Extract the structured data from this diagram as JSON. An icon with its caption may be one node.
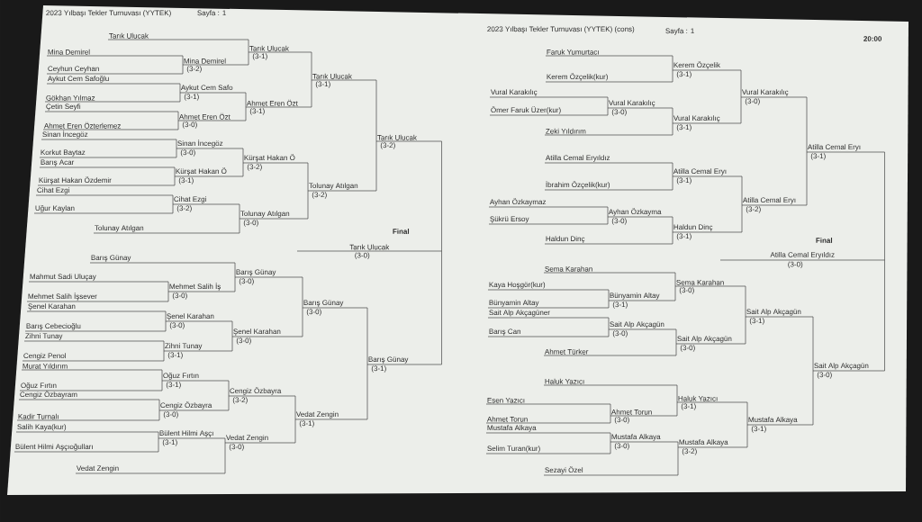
{
  "diagram": {
    "nodes": [
      {
        "text": [
          "Tarık Ulucak"
        ]
      },
      {
        "text": [
          "Mina Demirel"
        ]
      },
      {
        "text": [
          "Ceyhun Ceyhan"
        ]
      },
      {
        "text": [
          "Mina Demirel",
          "(3-2)"
        ]
      },
      {
        "text": [
          "Tarık Ulucak",
          "(3-1)"
        ]
      },
      {
        "text": [
          "Aykut Cem Safoğlu"
        ]
      },
      {
        "text": [
          "Gökhan Yılmaz"
        ]
      },
      {
        "text": [
          "Aykut Cem Safo",
          "(3-1)"
        ]
      },
      {
        "text": [
          "Çetin Seyfi"
        ]
      },
      {
        "text": [
          "Ahmet Eren Özterlemez"
        ]
      },
      {
        "text": [
          "Ahmet Eren Özt",
          "(3-0)"
        ]
      },
      {
        "text": [
          "Ahmet Eren Özt",
          "(3-1)"
        ]
      },
      {
        "text": [
          "Tarık Ulucak",
          "(3-1)"
        ]
      },
      {
        "text": [
          "Sinan İncegöz"
        ]
      },
      {
        "text": [
          "Korkut Baytaz"
        ]
      },
      {
        "text": [
          "Sinan İncegöz",
          "(3-0)"
        ]
      },
      {
        "text": [
          "Barış Acar"
        ]
      },
      {
        "text": [
          "Kürşat Hakan Özdemir"
        ]
      },
      {
        "text": [
          "Kürşat Hakan Ö",
          "(3-1)"
        ]
      },
      {
        "text": [
          "Kürşat Hakan Ö",
          "(3-2)"
        ]
      },
      {
        "text": [
          "Cihat Ezgi"
        ]
      },
      {
        "text": [
          "Uğur Kaylan"
        ]
      },
      {
        "text": [
          "Cihat Ezgi",
          "(3-2)"
        ]
      },
      {
        "text": [
          "Tolunay Atılgan"
        ]
      },
      {
        "text": [
          "Tolunay Atılgan",
          "(3-0)"
        ]
      },
      {
        "text": [
          "Tolunay Atılgan",
          "(3-2)"
        ]
      },
      {
        "text": [
          "Tarık Ulucak",
          "(3-2)"
        ]
      },
      {
        "text": [
          "Tarık Ulucak",
          "(3-0)"
        ]
      },
      {
        "text": [
          "Barış Günay"
        ]
      },
      {
        "text": [
          "Mahmut Sadi Uluçay"
        ]
      },
      {
        "text": [
          "Mehmet Salih İşsever"
        ]
      },
      {
        "text": [
          "Mehmet Salih İş",
          "(3-0)"
        ]
      },
      {
        "text": [
          "Barış Günay",
          "(3-0)"
        ]
      },
      {
        "text": [
          "Şenel Karahan"
        ]
      },
      {
        "text": [
          "Barış Cebecioğlu"
        ]
      },
      {
        "text": [
          "Şenel Karahan",
          "(3-0)"
        ]
      },
      {
        "text": [
          "Zihni Tunay"
        ]
      },
      {
        "text": [
          "Cengiz Penol"
        ]
      },
      {
        "text": [
          "Zihni Tunay",
          "(3-1)"
        ]
      },
      {
        "text": [
          "Şenel Karahan",
          "(3-0)"
        ]
      },
      {
        "text": [
          "Barış Günay",
          "(3-0)"
        ]
      },
      {
        "text": [
          "Murat Yıldırım"
        ]
      },
      {
        "text": [
          "Oğuz Fırtın"
        ]
      },
      {
        "text": [
          "Oğuz Fırtın",
          "(3-1)"
        ]
      },
      {
        "text": [
          "Cengiz Özbayram"
        ]
      },
      {
        "text": [
          "Kadir Turnalı"
        ]
      },
      {
        "text": [
          "Cengiz Özbayra",
          "(3-0)"
        ]
      },
      {
        "text": [
          "Cengiz Özbayra",
          "(3-2)"
        ]
      },
      {
        "text": [
          "Salih Kaya(kur)"
        ]
      },
      {
        "text": [
          "Bülent Hilmi Aşçıoğulları"
        ]
      },
      {
        "text": [
          "Bülent Hilmi Aşçı",
          "(3-1)"
        ]
      },
      {
        "text": [
          "Vedat Zengin"
        ]
      },
      {
        "text": [
          "Vedat Zengin",
          "(3-0)"
        ]
      },
      {
        "text": [
          "Vedat Zengin",
          "(3-1)"
        ]
      },
      {
        "text": [
          "Barış Günay",
          "(3-1)"
        ]
      },
      {
        "text": [
          "Faruk Yumurtacı"
        ]
      },
      {
        "text": [
          "Kerem Özçelik(kur)"
        ]
      },
      {
        "text": [
          "Kerem Özçelik",
          "(3-1)"
        ]
      },
      {
        "text": [
          "Vural Karakılıç"
        ]
      },
      {
        "text": [
          "Ömer Faruk Üzer(kur)"
        ]
      },
      {
        "text": [
          "Vural Karakılıç",
          "(3-0)"
        ]
      },
      {
        "text": [
          "Zeki Yıldırım"
        ]
      },
      {
        "text": [
          "Vural Karakılıç",
          "(3-1)"
        ]
      },
      {
        "text": [
          "Vural Karakılıç",
          "(3-0)"
        ]
      },
      {
        "text": [
          "Atilla Cemal Eryıldız"
        ]
      },
      {
        "text": [
          "İbrahim Özçelik(kur)"
        ]
      },
      {
        "text": [
          "Atilla Cemal Eryı",
          "(3-1)"
        ]
      },
      {
        "text": [
          "Ayhan Özkaymaz"
        ]
      },
      {
        "text": [
          "Şükrü Ersoy"
        ]
      },
      {
        "text": [
          "Ayhan Özkayma",
          "(3-0)"
        ]
      },
      {
        "text": [
          "Haldun Dinç"
        ]
      },
      {
        "text": [
          "Haldun Dinç",
          "(3-1)"
        ]
      },
      {
        "text": [
          "Atilla Cemal Eryı",
          "(3-2)"
        ]
      },
      {
        "text": [
          "Atilla Cemal Eryı",
          "(3-1)"
        ]
      },
      {
        "text": [
          "Atilla Cemal Eryıldız",
          "(3-0)"
        ]
      },
      {
        "text": [
          "Sema Karahan"
        ]
      },
      {
        "text": [
          "Kaya Hoşgör(kur)"
        ]
      },
      {
        "text": [
          "Bünyamin Altay"
        ]
      },
      {
        "text": [
          "Bünyamin Altay",
          "(3-1)"
        ]
      },
      {
        "text": [
          "Sema Karahan",
          "(3-0)"
        ]
      },
      {
        "text": [
          "Sait Alp Akçagüner"
        ]
      },
      {
        "text": [
          "Barış Can"
        ]
      },
      {
        "text": [
          "Sait Alp Akçagün",
          "(3-0)"
        ]
      },
      {
        "text": [
          "Ahmet Türker"
        ]
      },
      {
        "text": [
          "Sait Alp Akçagün",
          "(3-0)"
        ]
      },
      {
        "text": [
          "Sait Alp Akçagün",
          "(3-1)"
        ]
      },
      {
        "text": [
          "Haluk Yazıcı"
        ]
      },
      {
        "text": [
          "Esen Yazıcı"
        ]
      },
      {
        "text": [
          "Ahmet Torun"
        ]
      },
      {
        "text": [
          "Ahmet Torun",
          "(3-0)"
        ]
      },
      {
        "text": [
          "Haluk Yazıcı",
          "(3-1)"
        ]
      },
      {
        "text": [
          "Mustafa Alkaya"
        ]
      },
      {
        "text": [
          "Selim Turan(kur)"
        ]
      },
      {
        "text": [
          "Mustafa Alkaya",
          "(3-0)"
        ]
      },
      {
        "text": [
          "Sezayi Özel"
        ]
      },
      {
        "text": [
          "Mustafa Alkaya",
          "(3-2)"
        ]
      },
      {
        "text": [
          "Mustafa Alkaya",
          "(3-1)"
        ]
      },
      {
        "text": [
          "Sait Alp Akçagün",
          "(3-0)"
        ]
      }
    ],
    "edges": [
      {
        "from": 0,
        "to": 4,
        "arrow": "none"
      },
      {
        "from": 1,
        "to": 3,
        "arrow": "none"
      },
      {
        "from": 2,
        "to": 3,
        "arrow": "none"
      },
      {
        "from": 3,
        "to": 4,
        "arrow": "none"
      },
      {
        "from": 4,
        "to": 12,
        "arrow": "none"
      },
      {
        "from": 5,
        "to": 7,
        "arrow": "none"
      },
      {
        "from": 6,
        "to": 7,
        "arrow": "none"
      },
      {
        "from": 7,
        "to": 11,
        "arrow": "none"
      },
      {
        "from": 8,
        "to": 10,
        "arrow": "none"
      },
      {
        "from": 9,
        "to": 10,
        "arrow": "none"
      },
      {
        "from": 10,
        "to": 11,
        "arrow": "none"
      },
      {
        "from": 11,
        "to": 12,
        "arrow": "none"
      },
      {
        "from": 12,
        "to": 26,
        "arrow": "none"
      },
      {
        "from": 13,
        "to": 15,
        "arrow": "none"
      },
      {
        "from": 14,
        "to": 15,
        "arrow": "none"
      },
      {
        "from": 15,
        "to": 19,
        "arrow": "none"
      },
      {
        "from": 16,
        "to": 18,
        "arrow": "none"
      },
      {
        "from": 17,
        "to": 18,
        "arrow": "none"
      },
      {
        "from": 18,
        "to": 19,
        "arrow": "none"
      },
      {
        "from": 19,
        "to": 25,
        "arrow": "none"
      },
      {
        "from": 20,
        "to": 22,
        "arrow": "none"
      },
      {
        "from": 21,
        "to": 22,
        "arrow": "none"
      },
      {
        "from": 22,
        "to": 24,
        "arrow": "none"
      },
      {
        "from": 23,
        "to": 24,
        "arrow": "none"
      },
      {
        "from": 24,
        "to": 25,
        "arrow": "none"
      },
      {
        "from": 25,
        "to": 26,
        "arrow": "none"
      },
      {
        "from": 26,
        "to": 27,
        "arrow": "none"
      },
      {
        "from": 28,
        "to": 32,
        "arrow": "none"
      },
      {
        "from": 29,
        "to": 31,
        "arrow": "none"
      },
      {
        "from": 30,
        "to": 31,
        "arrow": "none"
      },
      {
        "from": 31,
        "to": 32,
        "arrow": "none"
      },
      {
        "from": 32,
        "to": 40,
        "arrow": "none"
      },
      {
        "from": 33,
        "to": 35,
        "arrow": "none"
      },
      {
        "from": 34,
        "to": 35,
        "arrow": "none"
      },
      {
        "from": 35,
        "to": 39,
        "arrow": "none"
      },
      {
        "from": 36,
        "to": 38,
        "arrow": "none"
      },
      {
        "from": 37,
        "to": 38,
        "arrow": "none"
      },
      {
        "from": 38,
        "to": 39,
        "arrow": "none"
      },
      {
        "from": 39,
        "to": 40,
        "arrow": "none"
      },
      {
        "from": 40,
        "to": 54,
        "arrow": "none"
      },
      {
        "from": 41,
        "to": 43,
        "arrow": "none"
      },
      {
        "from": 42,
        "to": 43,
        "arrow": "none"
      },
      {
        "from": 43,
        "to": 47,
        "arrow": "none"
      },
      {
        "from": 44,
        "to": 46,
        "arrow": "none"
      },
      {
        "from": 45,
        "to": 46,
        "arrow": "none"
      },
      {
        "from": 46,
        "to": 47,
        "arrow": "none"
      },
      {
        "from": 47,
        "to": 53,
        "arrow": "none"
      },
      {
        "from": 48,
        "to": 50,
        "arrow": "none"
      },
      {
        "from": 49,
        "to": 50,
        "arrow": "none"
      },
      {
        "from": 50,
        "to": 52,
        "arrow": "none"
      },
      {
        "from": 51,
        "to": 52,
        "arrow": "none"
      },
      {
        "from": 52,
        "to": 53,
        "arrow": "none"
      },
      {
        "from": 53,
        "to": 54,
        "arrow": "none"
      },
      {
        "from": 54,
        "to": 27,
        "arrow": "none"
      },
      {
        "from": 55,
        "to": 57,
        "arrow": "none"
      },
      {
        "from": 56,
        "to": 57,
        "arrow": "none"
      },
      {
        "from": 57,
        "to": 63,
        "arrow": "none"
      },
      {
        "from": 58,
        "to": 60,
        "arrow": "none"
      },
      {
        "from": 59,
        "to": 60,
        "arrow": "none"
      },
      {
        "from": 60,
        "to": 62,
        "arrow": "none"
      },
      {
        "from": 61,
        "to": 62,
        "arrow": "none"
      },
      {
        "from": 62,
        "to": 63,
        "arrow": "none"
      },
      {
        "from": 63,
        "to": 73,
        "arrow": "none"
      },
      {
        "from": 64,
        "to": 66,
        "arrow": "none"
      },
      {
        "from": 65,
        "to": 66,
        "arrow": "none"
      },
      {
        "from": 66,
        "to": 72,
        "arrow": "none"
      },
      {
        "from": 67,
        "to": 69,
        "arrow": "none"
      },
      {
        "from": 68,
        "to": 69,
        "arrow": "none"
      },
      {
        "from": 69,
        "to": 71,
        "arrow": "none"
      },
      {
        "from": 70,
        "to": 71,
        "arrow": "none"
      },
      {
        "from": 71,
        "to": 72,
        "arrow": "none"
      },
      {
        "from": 72,
        "to": 73,
        "arrow": "none"
      },
      {
        "from": 73,
        "to": 74,
        "arrow": "none"
      },
      {
        "from": 75,
        "to": 79,
        "arrow": "none"
      },
      {
        "from": 76,
        "to": 78,
        "arrow": "none"
      },
      {
        "from": 77,
        "to": 78,
        "arrow": "none"
      },
      {
        "from": 78,
        "to": 79,
        "arrow": "none"
      },
      {
        "from": 79,
        "to": 85,
        "arrow": "none"
      },
      {
        "from": 80,
        "to": 82,
        "arrow": "none"
      },
      {
        "from": 81,
        "to": 82,
        "arrow": "none"
      },
      {
        "from": 82,
        "to": 84,
        "arrow": "none"
      },
      {
        "from": 83,
        "to": 84,
        "arrow": "none"
      },
      {
        "from": 84,
        "to": 85,
        "arrow": "none"
      },
      {
        "from": 85,
        "to": 97,
        "arrow": "none"
      },
      {
        "from": 86,
        "to": 90,
        "arrow": "none"
      },
      {
        "from": 87,
        "to": 89,
        "arrow": "none"
      },
      {
        "from": 88,
        "to": 89,
        "arrow": "none"
      },
      {
        "from": 89,
        "to": 90,
        "arrow": "none"
      },
      {
        "from": 90,
        "to": 96,
        "arrow": "none"
      },
      {
        "from": 91,
        "to": 93,
        "arrow": "none"
      },
      {
        "from": 92,
        "to": 93,
        "arrow": "none"
      },
      {
        "from": 93,
        "to": 95,
        "arrow": "none"
      },
      {
        "from": 94,
        "to": 95,
        "arrow": "none"
      },
      {
        "from": 95,
        "to": 96,
        "arrow": "none"
      },
      {
        "from": 96,
        "to": 97,
        "arrow": "none"
      },
      {
        "from": 97,
        "to": 74,
        "arrow": "none"
      }
    ],
    "labels": [
      "2023 Yılbaşı Tekler Turnuvası (YYTEK)",
      "Sayfa : 1",
      "2023 Yılbaşı Tekler Turnuvası (YYTEK) (cons)",
      "Sayfa : 1",
      "20:00",
      "Final",
      "Final"
    ]
  }
}
